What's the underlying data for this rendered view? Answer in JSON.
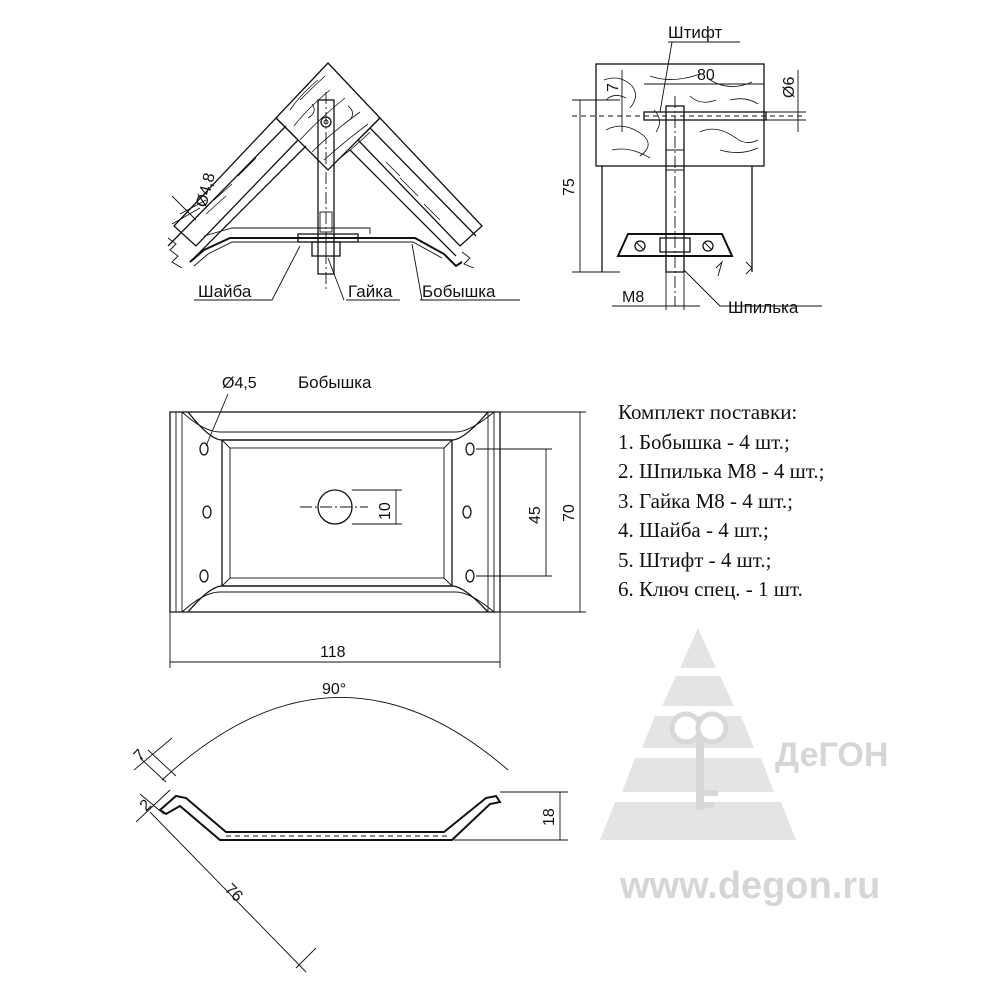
{
  "top_left": {
    "dia_label": "Ø4,8",
    "washer_label": "Шайба",
    "nut_label": "Гайка",
    "boss_label": "Бобышка"
  },
  "top_right": {
    "pin_label": "Штифт",
    "dim_7": "7",
    "dim_80": "80",
    "dim_d6": "Ø6",
    "dim_75": "75",
    "dim_m8": "M8",
    "stud_label": "Шпилька"
  },
  "plan": {
    "hole_label": "Ø4,5",
    "title": "Бобышка",
    "dim_10": "10",
    "dim_45": "45",
    "dim_70": "70",
    "dim_118": "118"
  },
  "profile": {
    "angle": "90°",
    "dim_7": "7",
    "dim_2": "2",
    "dim_18": "18",
    "dim_76": "76"
  },
  "kit": {
    "title": "Комплект поставки:",
    "items": [
      "1. Бобышка - 4 шт.;",
      "2. Шпилька М8 - 4 шт.;",
      "3. Гайка М8 - 4 шт.;",
      "4. Шайба - 4 шт.;",
      "5. Штифт - 4 шт.;",
      "6. Ключ спец. - 1 шт."
    ]
  },
  "watermark": {
    "brand": "ДеГОН",
    "url": "www.degon.ru"
  }
}
